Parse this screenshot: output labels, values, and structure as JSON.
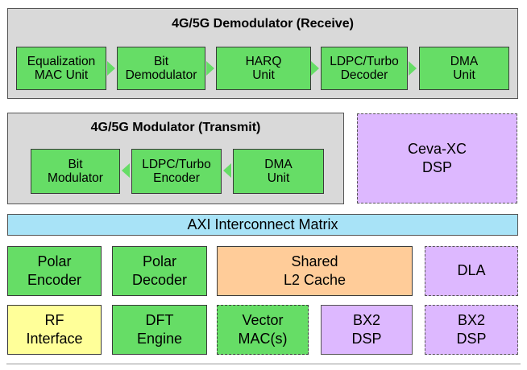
{
  "demod": {
    "title": "4G/5G Demodulator (Receive)",
    "blocks": [
      "Equalization\nMAC Unit",
      "Bit\nDemodulator",
      "HARQ\nUnit",
      "LDPC/Turbo\nDecoder",
      "DMA\nUnit"
    ]
  },
  "mod": {
    "title": "4G/5G Modulator (Transmit)",
    "blocks": [
      "Bit\nModulator",
      "LDPC/Turbo\nEncoder",
      "DMA\nUnit"
    ]
  },
  "ceva": "Ceva-XC\nDSP",
  "axi": "AXI Interconnect Matrix",
  "row1": [
    "Polar\nEncoder",
    "Polar\nDecoder",
    "Shared\nL2 Cache",
    "DLA"
  ],
  "row2": [
    "RF\nInterface",
    "DFT\nEngine",
    "Vector\nMAC(s)",
    "BX2\nDSP",
    "BX2\nDSP"
  ],
  "colors": {
    "green": "#66dd66",
    "gray_panel": "#d9d9d9",
    "purple": "#ddb8ff",
    "orange": "#ffcc99",
    "yellow": "#ffff99",
    "axi_blue": "#a8e3f7"
  }
}
